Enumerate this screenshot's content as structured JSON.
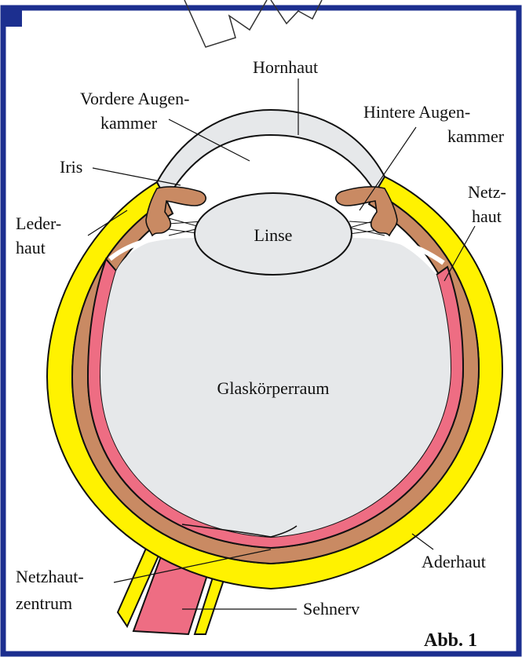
{
  "figure_caption": "Abb. 1",
  "labels": {
    "hornhaut": "Hornhaut",
    "vordere_1": "Vordere Augen-",
    "vordere_2": "kammer",
    "hintere_1": "Hintere Augen-",
    "hintere_2": "kammer",
    "iris": "Iris",
    "netzhaut_1": "Netz-",
    "netzhaut_2": "haut",
    "lederhaut_1": "Leder-",
    "lederhaut_2": "haut",
    "linse": "Linse",
    "glaskoerper": "Glaskörperraum",
    "aderhaut": "Aderhaut",
    "zentrum_1": "Netzhaut-",
    "zentrum_2": "zentrum",
    "sehnerv": "Sehnerv"
  },
  "colors": {
    "frame": "#1c2f8f",
    "sclera": "#fff200",
    "choroid": "#c98a63",
    "retina": "#ee6d83",
    "vitreous": "#e6e8ea",
    "cornea": "#e6e8ea",
    "iris": "#c98a63"
  }
}
